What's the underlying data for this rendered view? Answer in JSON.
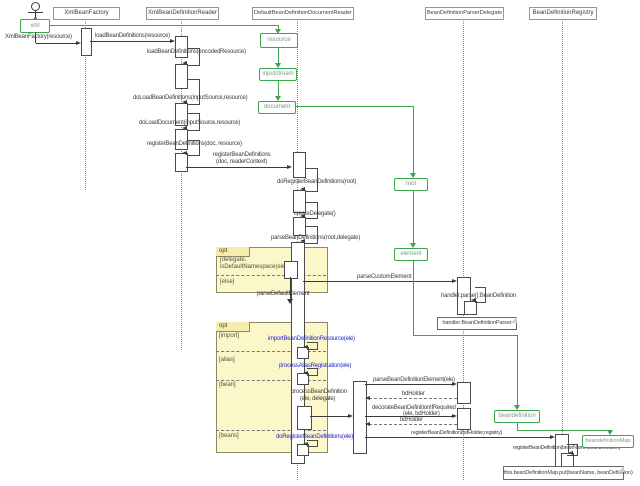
{
  "participants": [
    "XmlBeanFactory",
    "XmlBeanDefinitionReader",
    "DefaultBeanDefinitionDocumentReader",
    "BeanDefinitionParserDelegate",
    "BeanDefinitionRegistry"
  ],
  "tokens": {
    "xml": "xml",
    "resource": "resource",
    "inputstream": "inputstream",
    "document": "document",
    "root": "root",
    "element": "element",
    "beandefinition": "beandefinition",
    "beandefinition_map": "beandefinitionMap"
  },
  "messages": {
    "m1": "XmlBeanFactory(resource)",
    "m2": "loadBeanDefinitions(resource)",
    "m3": "loadBeanDefinitions(encodedResource)",
    "m4": "doLoadBeanDefinitions(inputSource,resource)",
    "m5": "doLoadDocument(inputSource,resource)",
    "m6": "registerBeanDefinitions(doc, resource)",
    "m7a": "registerBeanDefinitions",
    "m7b": "(doc, readerContext)",
    "m8": "doRegisterBeanDefinitions(root)",
    "m9": "createDelegate()",
    "m10": "parseBeanDefinitions(root,delegate)",
    "m11": "parseCustomElement",
    "m12": "handler.parse():BeanDefinition",
    "m13": "parseDefaultElement",
    "m14": "importBeanDefinitionResource(ele)",
    "m15": "processAliasRegistration(ele)",
    "m16a": "processBeanDefinition",
    "m16b": "(ele, delegate)",
    "m17": "doRegisterBeanDefinitions(ele)",
    "m18": "parseBeanDefinitionElement(ele)",
    "m19": "bdHolder",
    "m20a": "decorateBeanDefinitionIfRequired",
    "m20b": "(ele, bdHolder)",
    "m21": "bdHolder",
    "m22": "registerBeanDefinition(bdHolder,registry)",
    "m23": "registerBeanDefinition(beanName,beanDefinition)"
  },
  "fragments": {
    "opt1": {
      "op": "opt",
      "guard_line1": "[delegate.",
      "guard_line2": "isDefaultNamespace(ele)]",
      "else_guard": "[else]"
    },
    "opt2": {
      "op": "opt",
      "import_guard": "[import]",
      "alias_guard": "[alias]",
      "bean_guard": "[bean]",
      "beans_guard": "[beans]"
    }
  },
  "notes": {
    "n1": "handler:BeanDefinitionParser",
    "n2": "this.beanDefinitionMap.put(beanName, beanDefinition)"
  },
  "colors": {
    "accent_green": "#3aa54a",
    "link_blue": "#2626c9",
    "fragment_fill": "#fcf7c9"
  }
}
